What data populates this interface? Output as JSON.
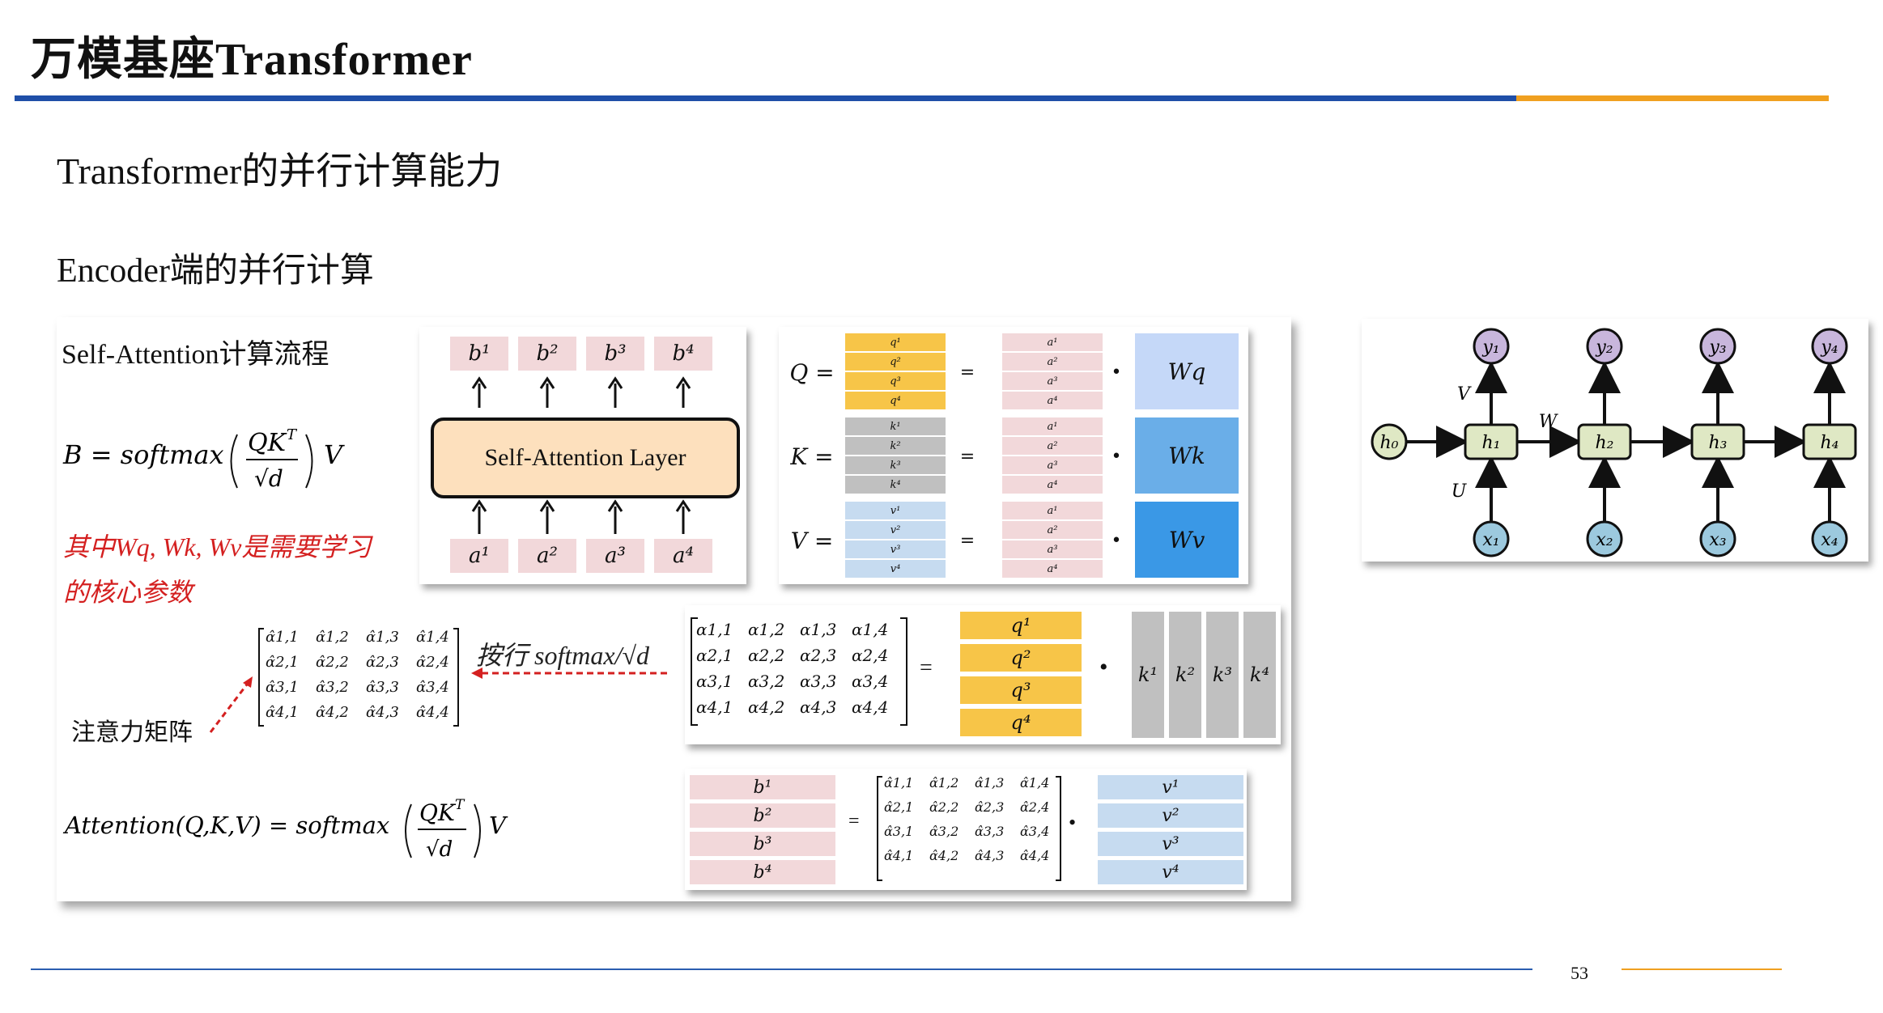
{
  "slide": {
    "title": "万模基座Transformer",
    "heading": "Transformer的并行计算能力",
    "subheading": "Encoder端的并行计算",
    "page_number": "53",
    "accent_blue": "#1f4fa8",
    "accent_orange": "#f0a020"
  },
  "left": {
    "caption": "Self-Attention计算流程",
    "formula_b": "B = softmax(QKᵀ/√d)V",
    "note": "其中Wq, Wk, Wv是需要学习的核心参数",
    "attention_label": "注意力矩阵",
    "softmax_note": "按行 softmax/√d",
    "formula_attention": "Attention(Q,K,V) = softmax(QKᵀ/√d)V"
  },
  "layer": {
    "label": "Self-Attention Layer",
    "outputs": [
      "b¹",
      "b²",
      "b³",
      "b⁴"
    ],
    "inputs": [
      "a¹",
      "a²",
      "a³",
      "a⁴"
    ]
  },
  "qkv": {
    "rows": [
      {
        "lhs": "Q =",
        "items": [
          "q¹",
          "q²",
          "q³",
          "q⁴"
        ],
        "weight": "Wq",
        "weight_color": "#c5d8f8"
      },
      {
        "lhs": "K =",
        "items": [
          "k¹",
          "k²",
          "k³",
          "k⁴"
        ],
        "weight": "Wk",
        "weight_color": "#6aaee8"
      },
      {
        "lhs": "V =",
        "items": [
          "v¹",
          "v²",
          "v³",
          "v⁴"
        ],
        "weight": "Wv",
        "weight_color": "#3a98e6"
      }
    ],
    "a_items": [
      "a¹",
      "a²",
      "a³",
      "a⁴"
    ],
    "equals": "=",
    "dot": "•"
  },
  "scores": {
    "alpha": [
      [
        "α1,1",
        "α1,2",
        "α1,3",
        "α1,4"
      ],
      [
        "α2,1",
        "α2,2",
        "α2,3",
        "α2,4"
      ],
      [
        "α3,1",
        "α3,2",
        "α3,3",
        "α3,4"
      ],
      [
        "α4,1",
        "α4,2",
        "α4,3",
        "α4,4"
      ]
    ],
    "alpha_hat": [
      [
        "α̂1,1",
        "α̂1,2",
        "α̂1,3",
        "α̂1,4"
      ],
      [
        "α̂2,1",
        "α̂2,2",
        "α̂2,3",
        "α̂2,4"
      ],
      [
        "α̂3,1",
        "α̂3,2",
        "α̂3,3",
        "α̂3,4"
      ],
      [
        "α̂4,1",
        "α̂4,2",
        "α̂4,3",
        "α̂4,4"
      ]
    ],
    "q": [
      "q¹",
      "q²",
      "q³",
      "q⁴"
    ],
    "k": [
      "k¹",
      "k²",
      "k³",
      "k⁴"
    ]
  },
  "output": {
    "b": [
      "b¹",
      "b²",
      "b³",
      "b⁴"
    ],
    "v": [
      "v¹",
      "v²",
      "v³",
      "v⁴"
    ]
  },
  "rnn": {
    "h": [
      "h₀",
      "h₁",
      "h₂",
      "h₃",
      "h₄"
    ],
    "y": [
      "y₁",
      "y₂",
      "y₃",
      "y₄"
    ],
    "x": [
      "x₁",
      "x₂",
      "x₃",
      "x₄"
    ],
    "V": "V",
    "W": "W",
    "U": "U"
  }
}
